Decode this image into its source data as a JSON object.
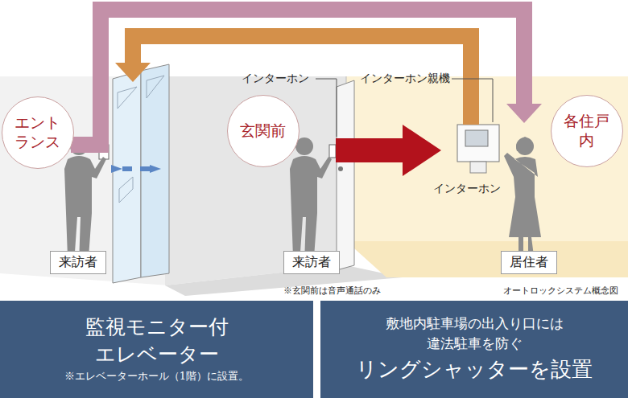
{
  "diagram": {
    "nodes": [
      {
        "text": [
          "エントランス"
        ]
      },
      {
        "text": [
          "玄関前"
        ]
      },
      {
        "text": [
          "各住戸内"
        ]
      },
      {
        "text": [
          "来訪者"
        ]
      },
      {
        "text": [
          "来訪者"
        ]
      },
      {
        "text": [
          "居住者"
        ]
      },
      {
        "text": [
          "監視モニター付 エレベーター",
          "※エレベーターホール（1階）に設置。"
        ]
      },
      {
        "text": [
          "敷地内駐車場の出入り口には 違法駐車を防ぐ",
          "リングシャッターを設置"
        ]
      }
    ],
    "edges": [
      {
        "from": 0,
        "to": 2,
        "arrow": "to"
      }
    ],
    "labels": [
      "インターホン",
      "インターホン親機",
      "インターホン",
      "※玄関前は音声通話のみ",
      "オートロックシステム概念図"
    ]
  }
}
